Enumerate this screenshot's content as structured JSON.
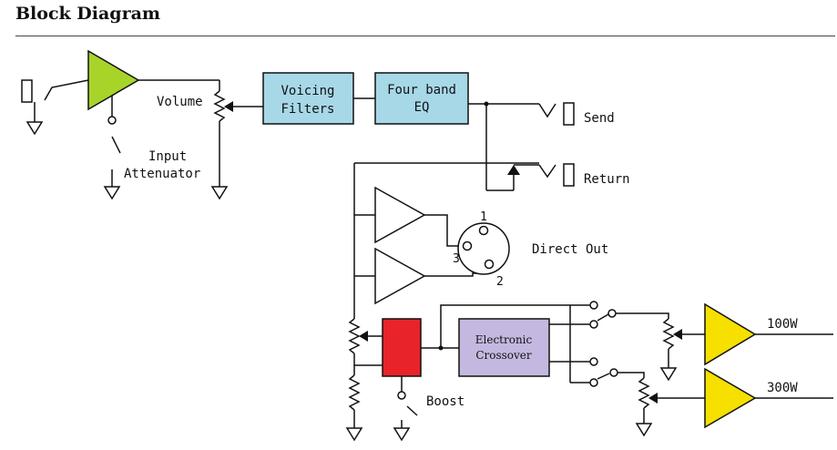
{
  "title": "Block Diagram",
  "labels": {
    "volume": "Volume",
    "input_line1": "Input",
    "input_line2": "Attenuator",
    "voicing_line1": "Voicing",
    "voicing_line2": "Filters",
    "eq_line1": "Four band",
    "eq_line2": "EQ",
    "send": "Send",
    "return": "Return",
    "direct_out": "Direct Out",
    "pin1": "1",
    "pin2": "2",
    "pin3": "3",
    "crossover_line1": "Electronic",
    "crossover_line2": "Crossover",
    "boost": "Boost",
    "out_100w": "100W",
    "out_300w": "300W"
  },
  "colors": {
    "input_amp": "#a8d42a",
    "filter_boxes": "#a7d8e8",
    "boost_block": "#e8232a",
    "crossover": "#c5b8e0",
    "power_amps": "#f5e000"
  }
}
